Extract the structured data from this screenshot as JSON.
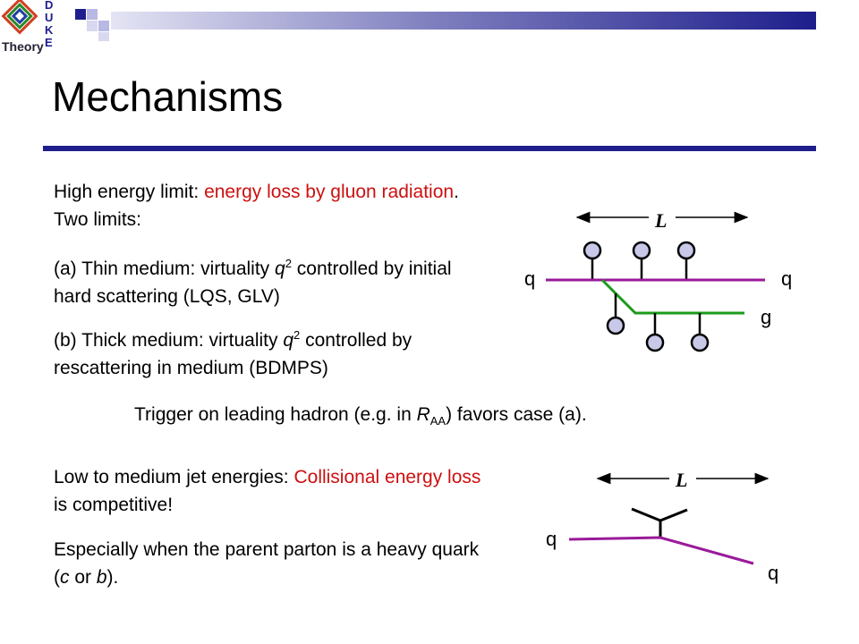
{
  "logo": {
    "main": "Theory",
    "letters": [
      "D",
      "U",
      "K",
      "E"
    ]
  },
  "slide": {
    "title": "Mechanisms",
    "colors": {
      "title_rule": "#1e1e8c",
      "highlight": "#cc1010",
      "gluon": "#1a9a1a",
      "quark": "#9a1a9a",
      "scatter_center": "#c8c8e8"
    }
  },
  "section1": {
    "p1_a": "High energy limit: ",
    "p1_red": "energy loss by gluon radiation",
    "p1_b": ". Two limits:",
    "pa_a": "(a) Thin medium: virtuality ",
    "pa_q": "q",
    "pa_sup": "2",
    "pa_b": " controlled by initial hard scattering (LQS, GLV)",
    "pb_a": "(b) Thick medium: virtuality ",
    "pb_q": "q",
    "pb_sup": "2",
    "pb_b": " controlled by rescattering in medium (BDMPS)"
  },
  "trigger": {
    "a": "Trigger on leading hadron (e.g. in ",
    "r": "R",
    "sub": "AA",
    "b": ") favors case (a)."
  },
  "section2": {
    "p1_a": "Low to medium jet energies:  ",
    "p1_red": "Collisional energy loss",
    "p1_b": " is competitive!",
    "p2_a": "Especially when the parent parton is a heavy quark (",
    "p2_c": "c",
    "p2_mid": " or ",
    "p2_b": "b",
    "p2_end": ")."
  },
  "diagram1": {
    "L": "L",
    "q_in": "q",
    "q_out": "q",
    "g": "g"
  },
  "diagram2": {
    "L": "L",
    "q_in": "q",
    "q_out": "q"
  }
}
